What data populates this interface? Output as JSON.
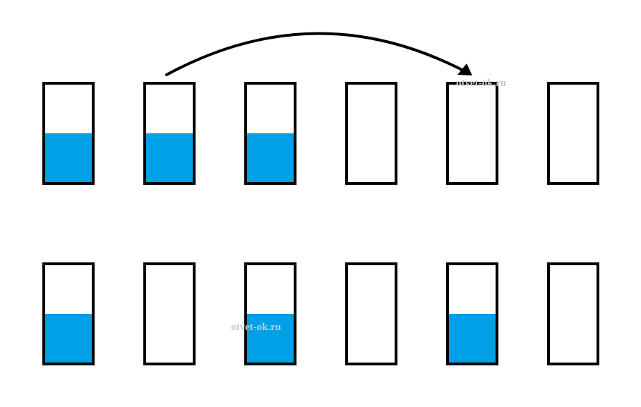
{
  "colors": {
    "liquid": "#00a0e6",
    "outline": "#000000",
    "watermark": "#c9c9c9"
  },
  "rows": [
    {
      "glasses": [
        {
          "filled": true,
          "level": 0.5
        },
        {
          "filled": true,
          "level": 0.5
        },
        {
          "filled": true,
          "level": 0.5
        },
        {
          "filled": false,
          "level": 0
        },
        {
          "filled": false,
          "level": 0
        },
        {
          "filled": false,
          "level": 0
        }
      ]
    },
    {
      "glasses": [
        {
          "filled": true,
          "level": 0.5
        },
        {
          "filled": false,
          "level": 0
        },
        {
          "filled": true,
          "level": 0.5
        },
        {
          "filled": false,
          "level": 0
        },
        {
          "filled": true,
          "level": 0.5
        },
        {
          "filled": false,
          "level": 0
        }
      ]
    }
  ],
  "arrow": {
    "from_glass": 2,
    "to_glass": 5
  },
  "watermarks": [
    {
      "text": "otvet-ok.ru"
    },
    {
      "text": "otvet-ok.ru"
    }
  ]
}
